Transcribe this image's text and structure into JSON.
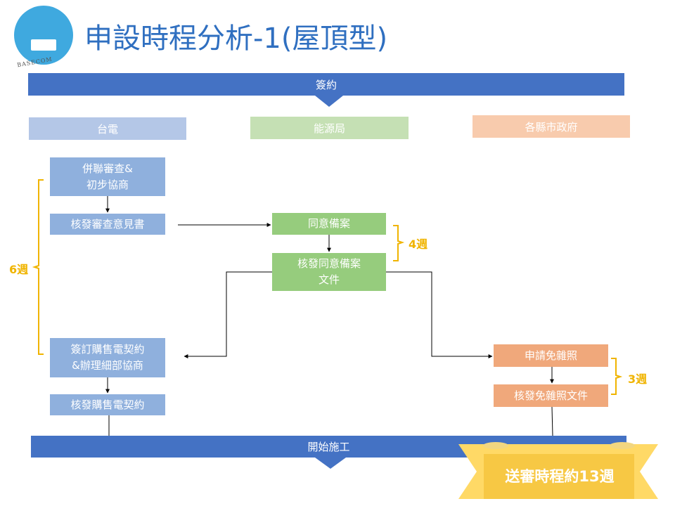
{
  "logo": {
    "text": "BASECOM"
  },
  "title": "申設時程分析-1(屋頂型)",
  "top_banner": "簽約",
  "bottom_banner": "開始施工",
  "columns": {
    "taipower": "台電",
    "energy": "能源局",
    "county": "各縣市政府"
  },
  "boxes": {
    "review": "併聯審查&\n初步協商",
    "review_opinion": "核發審查意見書",
    "agree_record": "同意備案",
    "agree_doc": "核發同意備案\n文件",
    "sign_contract": "簽訂購售電契約\n&辦理細部協商",
    "issue_contract": "核發購售電契約",
    "apply_exempt": "申請免雜照",
    "exempt_doc": "核發免雜照文件"
  },
  "durations": {
    "taipower": "6週",
    "energy": "4週",
    "county": "3週"
  },
  "ribbon": "送審時程約13週",
  "colors": {
    "banner": "#4472c4",
    "blue_head": "#b4c7e7",
    "green_head": "#c5e0b4",
    "orange_head": "#f8cbad",
    "blue_box": "#8fb0dd",
    "green_box": "#96cc7d",
    "orange_box": "#f0a87b",
    "bracket": "#f0b400",
    "ribbon": "#ffd966"
  }
}
